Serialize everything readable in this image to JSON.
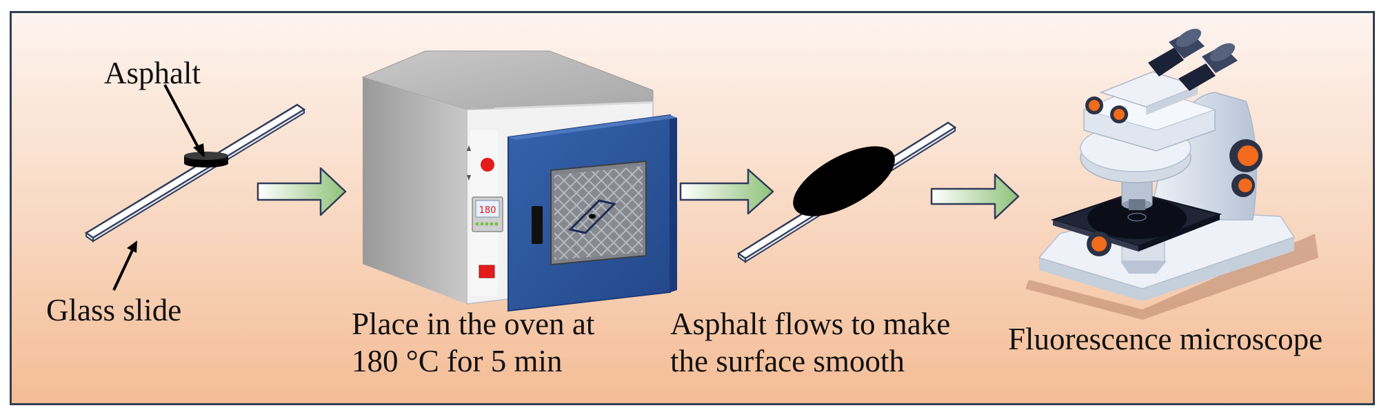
{
  "labels": {
    "asphalt": "Asphalt",
    "glass_slide": "Glass slide",
    "oven_step": [
      "Place in the oven at",
      "180 °C for 5 min"
    ],
    "flow_step": [
      "Asphalt flows to make",
      "the surface smooth"
    ],
    "microscope": "Fluorescence microscope",
    "oven_display": "180"
  },
  "colors": {
    "background_top": "#fdf4ef",
    "background_bottom": "#f4bc95",
    "frame": "#2f3e55",
    "arrow_fill": "#90c47a",
    "oven_door": "#2d579e",
    "asphalt": "#000000",
    "microscope_accent": "#f36b1c"
  },
  "icons": [
    "slide-icon",
    "arrow-right-icon",
    "oven-icon",
    "microscope-icon"
  ]
}
